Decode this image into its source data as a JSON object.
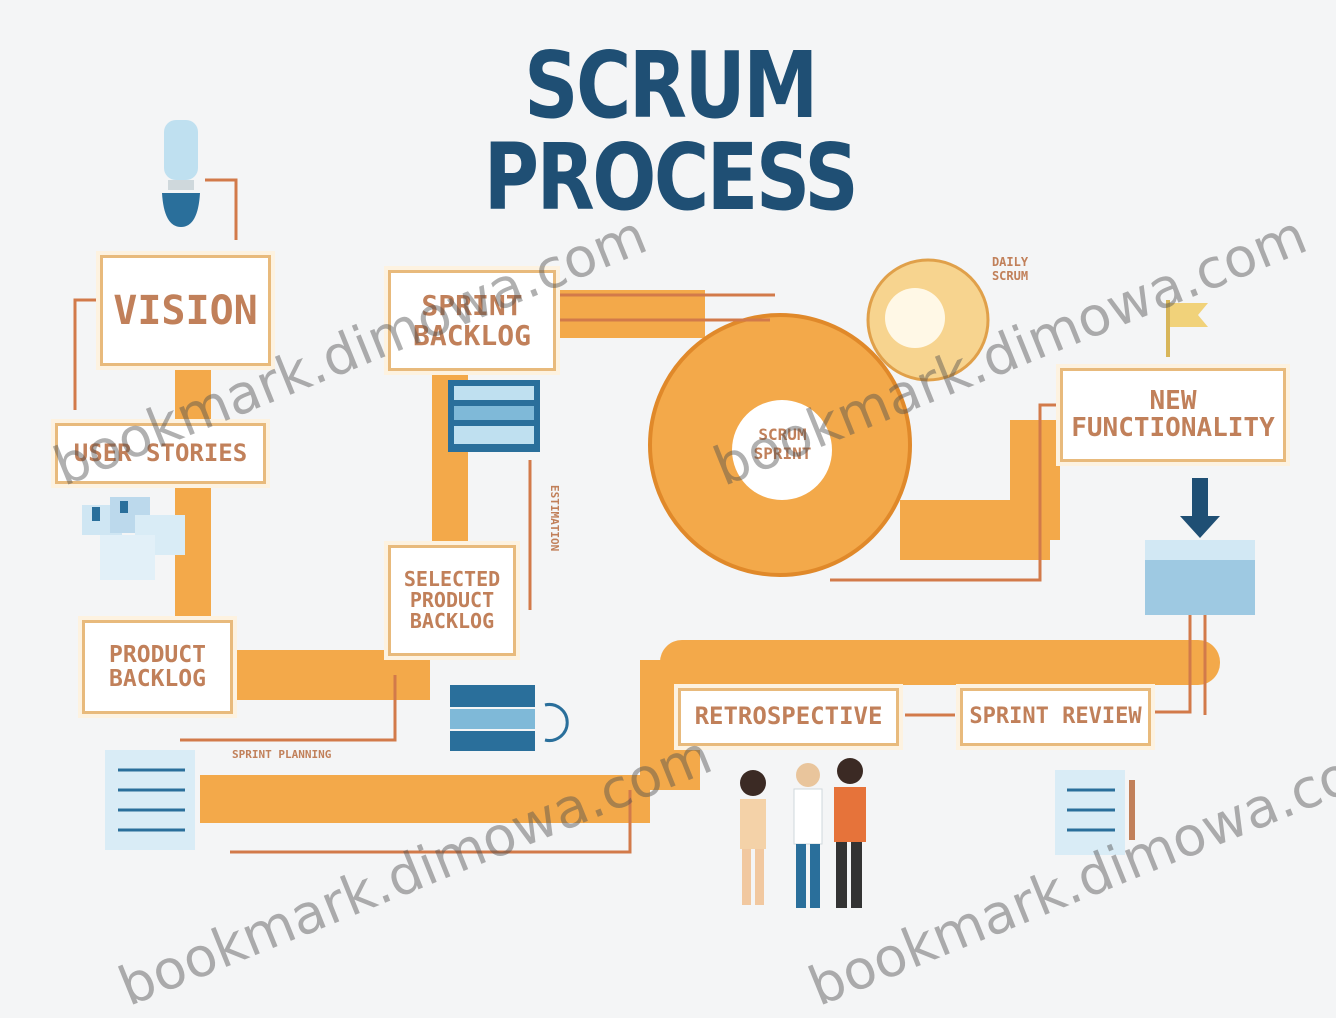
{
  "title": "SCRUM PROCESS",
  "boxes": {
    "vision": "VISION",
    "user_stories": "USER STORIES",
    "product_backlog": "PRODUCT BACKLOG",
    "sprint_backlog": "SPRINT BACKLOG",
    "selected_product_backlog": "SELECTED PRODUCT BACKLOG",
    "new_functionality": "NEW FUNCTIONALITY",
    "sprint_review": "SPRINT REVIEW",
    "retrospective": "RETROSPECTIVE"
  },
  "cycle": {
    "center_label": "SCRUM SPRINT",
    "daily_label": "DAILY SCRUM"
  },
  "small_labels": {
    "sprint_planning": "SPRINT PLANNING",
    "estimation": "ESTIMATION"
  },
  "watermarks": [
    "bookmark.dimowa.com",
    "bookmark.dimowa.com",
    "bookmark.dimowa.com",
    "bookmark.dimowa.com"
  ],
  "colors": {
    "title": "#1f4f74",
    "flow": "#f3a94a",
    "box_border": "#e8ba7c",
    "label": "#c1805a",
    "accent_blue": "#2a6f9b"
  },
  "icons": [
    "lightbulb-icon",
    "story-cards-icon",
    "checklist-icon",
    "task-board-icon",
    "presentation-icon",
    "flag-icon",
    "people-icon",
    "review-checklist-icon"
  ]
}
